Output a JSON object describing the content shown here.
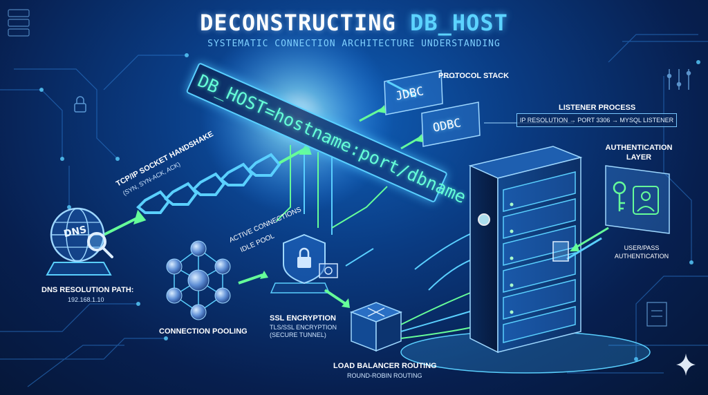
{
  "header": {
    "title_part1": "DECONSTRUCTING",
    "title_part2": "DB_HOST",
    "subtitle": "SYSTEMATIC CONNECTION ARCHITECTURE UNDERSTANDING"
  },
  "connection_string": "DB_HOST=hostname:port/dbname",
  "protocol_stack": {
    "label": "PROTOCOL STACK",
    "items": [
      "JDBC",
      "ODBC"
    ]
  },
  "listener": {
    "label": "LISTENER PROCESS",
    "detail": "IP RESOLUTION → PORT 3306 → MYSQL LISTENER"
  },
  "authentication": {
    "label_line1": "AUTHENTICATION",
    "label_line2": "LAYER",
    "detail_line1": "USER/PASS",
    "detail_line2": "AUTHENTICATION"
  },
  "tcp": {
    "label": "TCP/IP SOCKET HANDSHAKE",
    "detail": "(SYN, SYN-ACK, ACK)"
  },
  "dns": {
    "icon_text": "DNS",
    "label": "DNS RESOLUTION PATH:",
    "detail": "192.168.1.10"
  },
  "pool": {
    "label": "CONNECTION POOLING",
    "active": "ACTIVE CONNECTIONS",
    "idle": "IDLE POOL"
  },
  "ssl": {
    "label": "SSL ENCRYPTION",
    "detail_line1": "TLS/SSL ENCRYPTION",
    "detail_line2": "(SECURE TUNNEL)"
  },
  "load_balancer": {
    "label": "LOAD BALANCER ROUTING",
    "detail": "ROUND-ROBIN ROUTING"
  },
  "colors": {
    "background": "#0a3b82",
    "accent_cyan": "#5ad0ff",
    "accent_green": "#66ff99",
    "text_mint": "#66ffd8"
  }
}
